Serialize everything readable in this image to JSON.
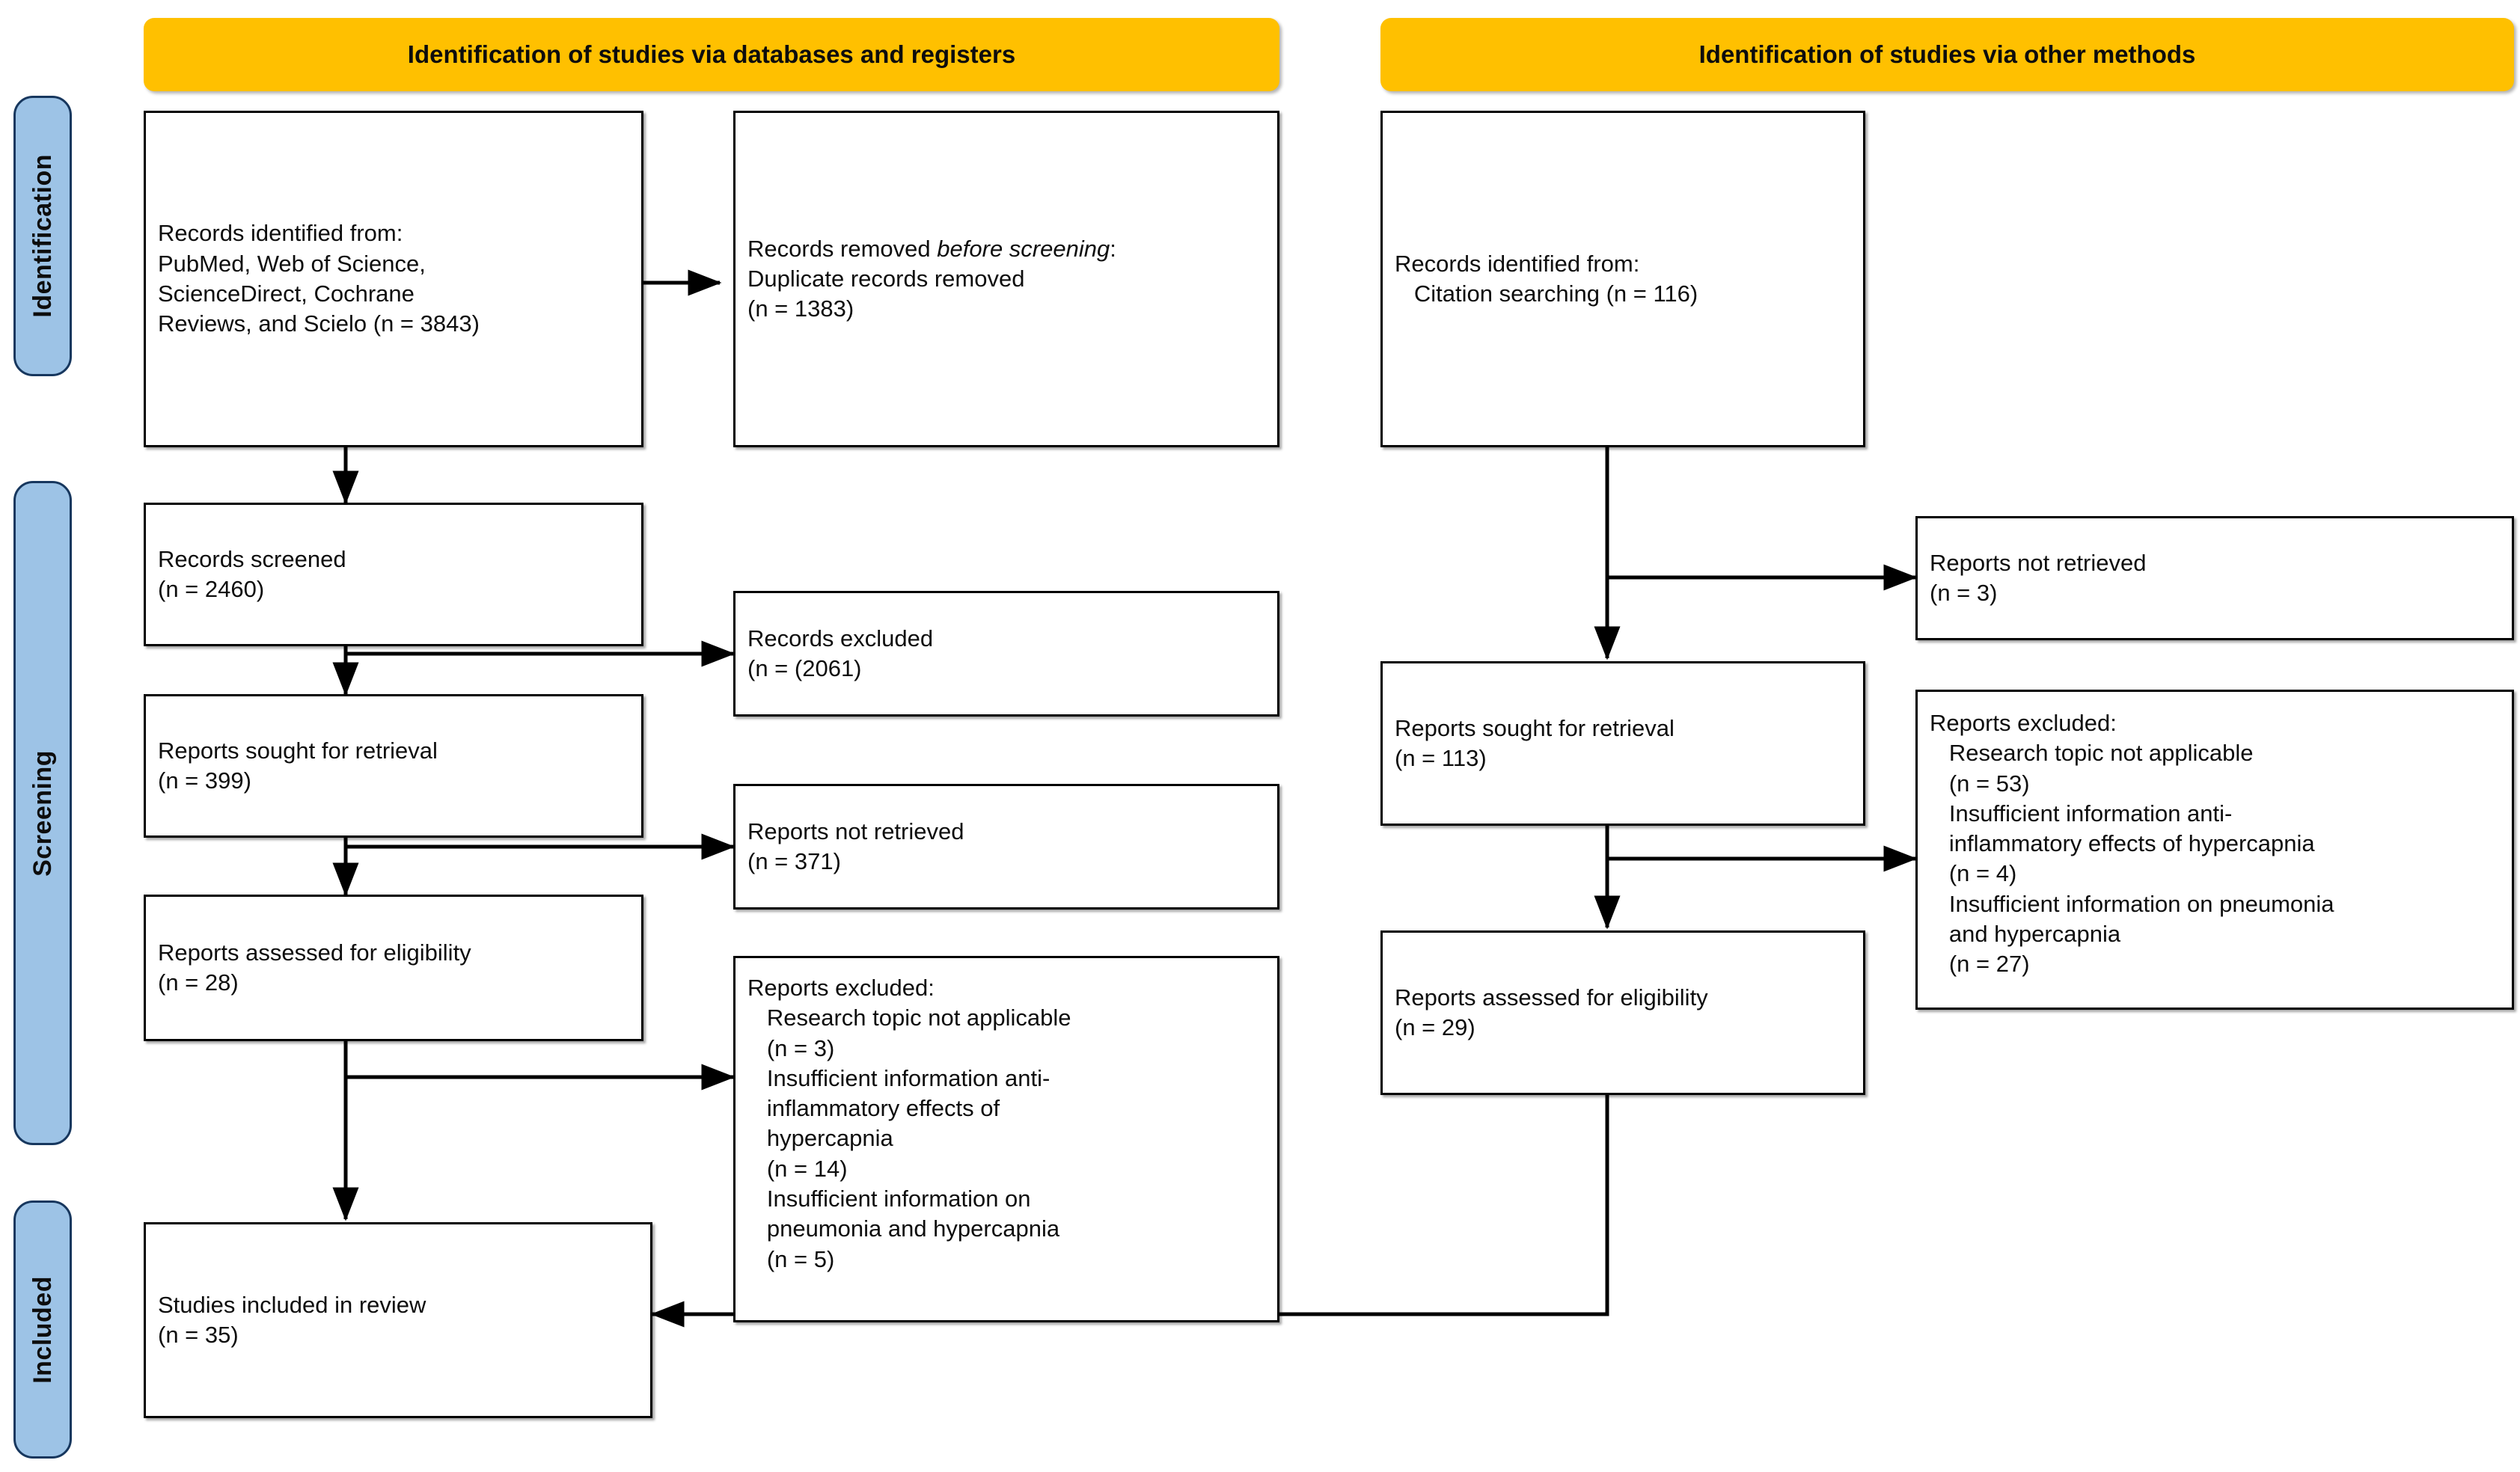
{
  "phases": [
    {
      "label": "Identification"
    },
    {
      "label": "Screening"
    },
    {
      "label": "Included"
    }
  ],
  "headers": [
    {
      "title": "Identification of studies via databases and registers"
    },
    {
      "title": "Identification of studies via other methods"
    }
  ],
  "colors": {
    "header_yellow": "#FFC000",
    "phase_blue": "#9DC3E6",
    "phase_border": "#17375E",
    "box_border": "#000000",
    "text": "#0D0D0D"
  },
  "databases_column": {
    "records_identified": {
      "line1": "Records identified from:",
      "line2": "PubMed, Web of Science,",
      "line3": "ScienceDirect, Cochrane",
      "line4": "Reviews, and Scielo (n = 3843)"
    },
    "records_removed": {
      "line1_prefix": "Records removed ",
      "line1_italic": "before screening",
      "line1_suffix": ":",
      "line2": "Duplicate records removed",
      "line3": "(n = 1383)"
    },
    "records_screened": {
      "line1": "Records screened",
      "line2": "(n = 2460)"
    },
    "records_excluded": {
      "line1": "Records excluded",
      "line2": "(n = (2061)"
    },
    "reports_sought": {
      "line1": "Reports sought for retrieval",
      "line2": "(n = 399)"
    },
    "reports_not_retrieved": {
      "line1": "Reports not retrieved",
      "line2": "(n = 371)"
    },
    "reports_assessed": {
      "line1": "Reports assessed for eligibility",
      "line2": "(n = 28)"
    },
    "reports_excluded": {
      "line1": "Reports excluded:",
      "line2": "   Research topic not applicable",
      "line3": "   (n = 3)",
      "line4": "   Insufficient information anti-",
      "line5": "   inflammatory effects of",
      "line6": "   hypercapnia",
      "line7": "   (n = 14)",
      "line8": "   Insufficient information on",
      "line9": "   pneumonia and hypercapnia",
      "line10": "   (n = 5)"
    },
    "studies_included": {
      "line1": "Studies included in review",
      "line2": "(n = 35)"
    }
  },
  "other_methods_column": {
    "records_identified": {
      "line1": "Records identified from:",
      "line2": "   Citation searching (n = 116)"
    },
    "reports_not_retrieved": {
      "line1": "Reports not retrieved",
      "line2": "(n = 3)"
    },
    "reports_sought": {
      "line1": "Reports sought for retrieval",
      "line2": "(n = 113)"
    },
    "reports_assessed": {
      "line1": "Reports assessed for eligibility",
      "line2": "(n = 29)"
    },
    "reports_excluded": {
      "line1": "Reports excluded:",
      "line2": "   Research topic not applicable",
      "line3": "   (n = 53)",
      "line4": "   Insufficient information anti-",
      "line5": "   inflammatory effects of hypercapnia",
      "line6": "   (n = 4)",
      "line7": "   Insufficient information on pneumonia",
      "line8": "   and hypercapnia",
      "line9": "   (n = 27)"
    }
  }
}
